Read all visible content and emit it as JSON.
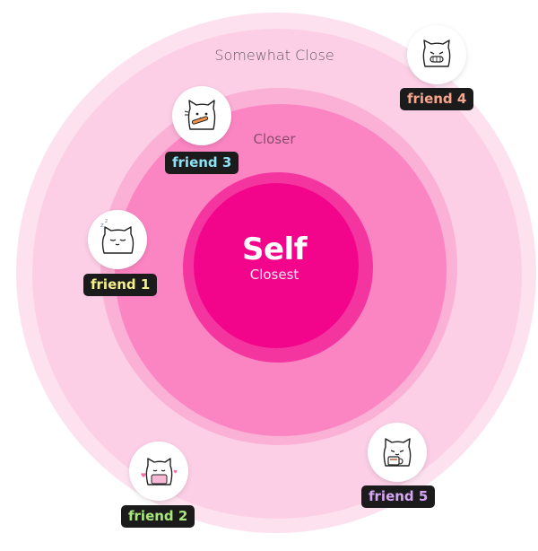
{
  "rings": {
    "outer_label": "Somewhat Close",
    "middle_label": "Closer",
    "center_title": "Self",
    "center_subtitle": "Closest"
  },
  "friends": [
    {
      "label": "friend 1",
      "color": "#f3f08a",
      "icon": "sleepy-cat-icon"
    },
    {
      "label": "friend 2",
      "color": "#a8e87a",
      "icon": "cat-holding-heart-icon"
    },
    {
      "label": "friend 3",
      "color": "#8fe0f2",
      "icon": "cat-eating-icon"
    },
    {
      "label": "friend 4",
      "color": "#f7a58c",
      "icon": "grinning-cat-icon"
    },
    {
      "label": "friend 5",
      "color": "#d6a6f5",
      "icon": "cat-with-mug-icon"
    }
  ],
  "colors": {
    "outer_halo": "#fde1ef",
    "outer": "#fccfe6",
    "middle_halo": "#fbb0d6",
    "middle": "#fb85c3",
    "inner_halo": "#f5359f",
    "inner": "#f2058a"
  }
}
